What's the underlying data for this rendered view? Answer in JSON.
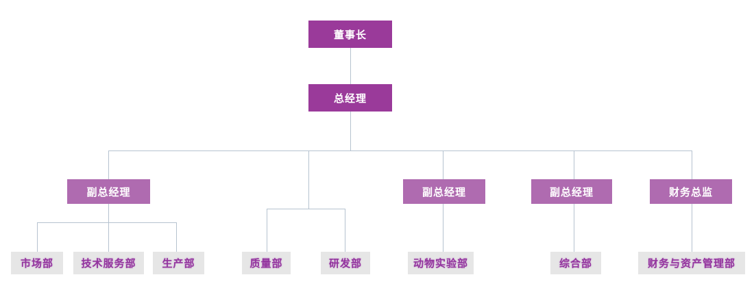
{
  "org_chart": {
    "type": "organization-chart",
    "levels": [
      "executive",
      "executive",
      "vice-level",
      "department"
    ],
    "nodes": [
      {
        "label": "董事长",
        "role": "chairman",
        "level": 1
      },
      {
        "label": "总经理",
        "role": "general-manager",
        "level": 2
      },
      {
        "label": "副总经理",
        "role": "deputy-gm-1",
        "level": 3
      },
      {
        "label": "副总经理",
        "role": "deputy-gm-2",
        "level": 3
      },
      {
        "label": "副总经理",
        "role": "deputy-gm-3",
        "level": 3
      },
      {
        "label": "财务总监",
        "role": "finance-director",
        "level": 3
      },
      {
        "label": "市场部",
        "role": "marketing-dept",
        "level": 4,
        "parent": "deputy-gm-1"
      },
      {
        "label": "技术服务部",
        "role": "tech-service-dept",
        "level": 4,
        "parent": "deputy-gm-1"
      },
      {
        "label": "生产部",
        "role": "production-dept",
        "level": 4,
        "parent": "deputy-gm-1"
      },
      {
        "label": "质量部",
        "role": "quality-dept",
        "level": 4,
        "parent": "general-manager"
      },
      {
        "label": "研发部",
        "role": "rnd-dept",
        "level": 4,
        "parent": "general-manager"
      },
      {
        "label": "动物实验部",
        "role": "animal-lab-dept",
        "level": 4,
        "parent": "deputy-gm-2"
      },
      {
        "label": "综合部",
        "role": "general-affairs-dept",
        "level": 4,
        "parent": "deputy-gm-3"
      },
      {
        "label": "财务与资产管理部",
        "role": "finance-asset-dept",
        "level": 4,
        "parent": "finance-director"
      }
    ]
  },
  "colors": {
    "level1_box": "#9A3A9A",
    "level3_box": "#AF6BB0",
    "department_box": "#E6E6E6",
    "department_text": "#93349E",
    "box_text": "#FFFFFF",
    "connector_line": "#B5C2CF",
    "background": "#FFFFFF"
  }
}
